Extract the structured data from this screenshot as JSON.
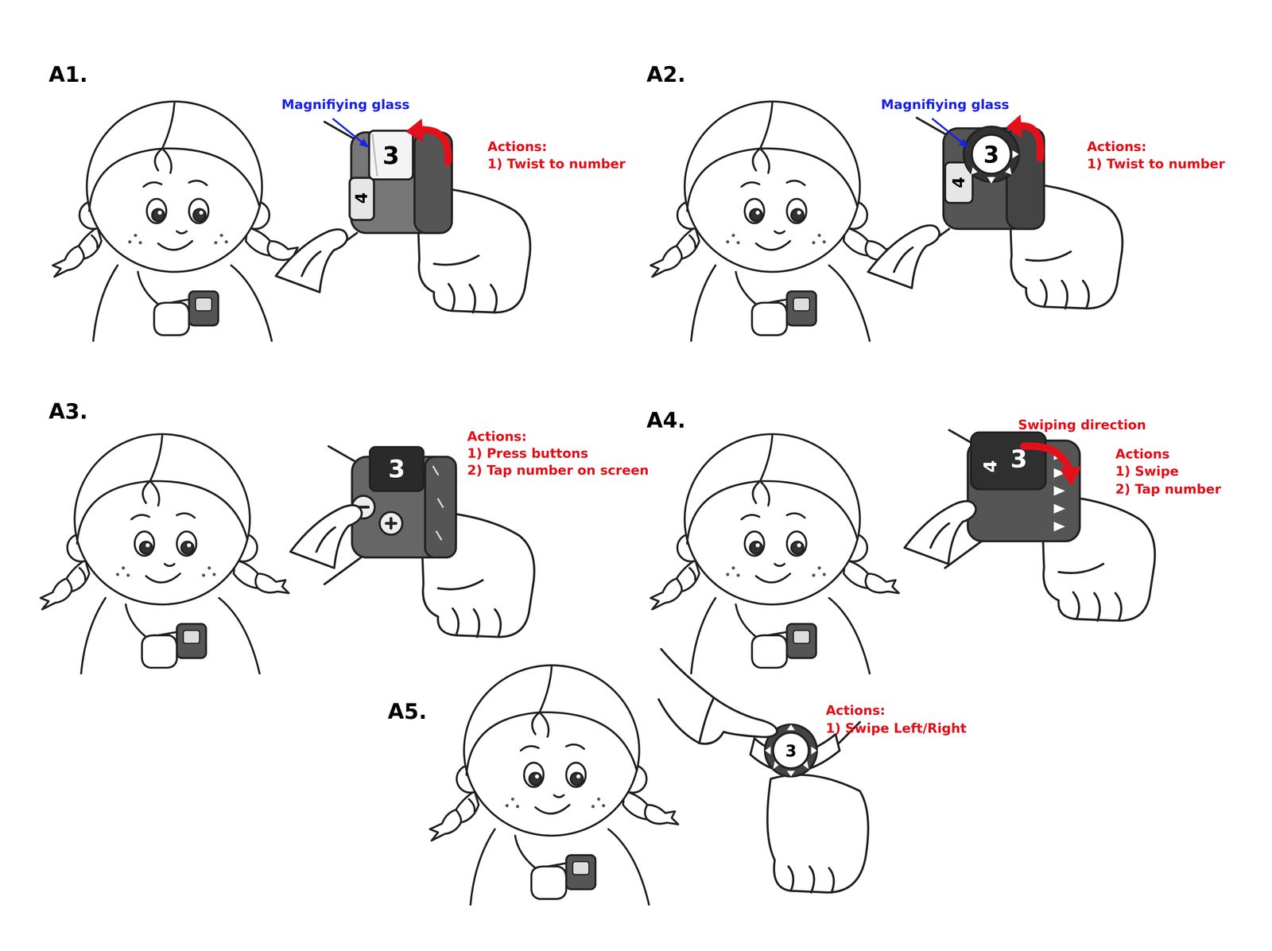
{
  "diagram": {
    "labels": [
      "A1.",
      "Magnifiying glass",
      "Actions:",
      "1) Twist to number",
      "3",
      "4",
      "A2.",
      "Magnifiying glass",
      "Actions:",
      "1) Twist to number",
      "3",
      "4",
      "A3.",
      "Actions:",
      "1) Press buttons",
      "2) Tap number on screen",
      "3",
      "A4.",
      "Swiping direction",
      "Actions",
      "1) Swipe",
      "2) Tap number",
      "4",
      "3",
      "A5.",
      "Actions:",
      "1) Swipe Left/Right",
      "3"
    ]
  }
}
